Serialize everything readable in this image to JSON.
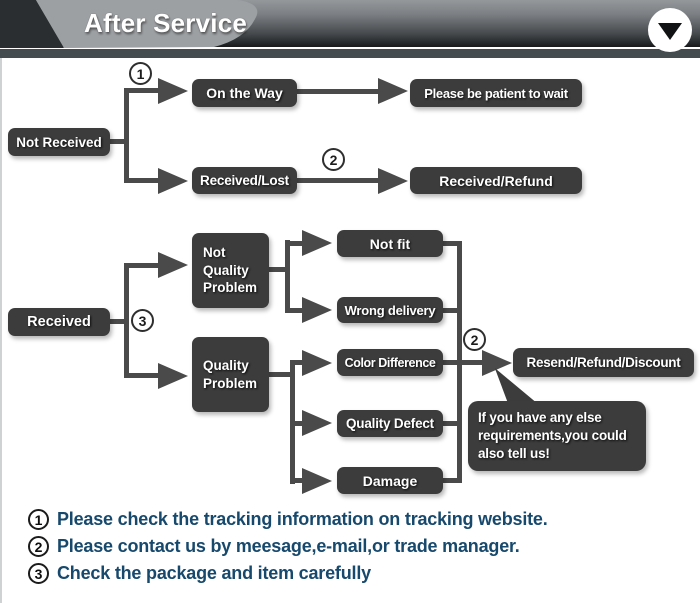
{
  "header": {
    "title": "After Service"
  },
  "flow": {
    "badge_1": "1",
    "badge_2": "2",
    "badge_3": "3",
    "not_received": "Not Received",
    "on_the_way": "On the Way",
    "please_be_patient": "Please be patient to wait",
    "received_lost": "Received/Lost",
    "received_refund": "Received/Refund",
    "received": "Received",
    "not_quality_problem": "Not\nQuality\nProblem",
    "quality_problem": "Quality\nProblem",
    "not_fit": "Not fit",
    "wrong_delivery": "Wrong delivery",
    "color_difference": "Color Difference",
    "quality_defect": "Quality Defect",
    "damage": "Damage",
    "resend_refund_discount": "Resend/Refund/Discount",
    "bubble_note": "If you have any else\nrequirements,you could\nalso tell us!"
  },
  "notes": [
    {
      "num": "1",
      "text": "Please check the tracking information on tracking website."
    },
    {
      "num": "2",
      "text": "Please contact us by meesage,e-mail,or trade manager."
    },
    {
      "num": "3",
      "text": "Check the package and item carefully"
    }
  ],
  "colors": {
    "box_bg": "#3c3c3c",
    "connector": "#4a4a4a",
    "note_text": "#17496d",
    "header_swoosh": "#9da0a3",
    "header_dark_wedge": "#2b2e30",
    "header_bar": "#454c50"
  }
}
